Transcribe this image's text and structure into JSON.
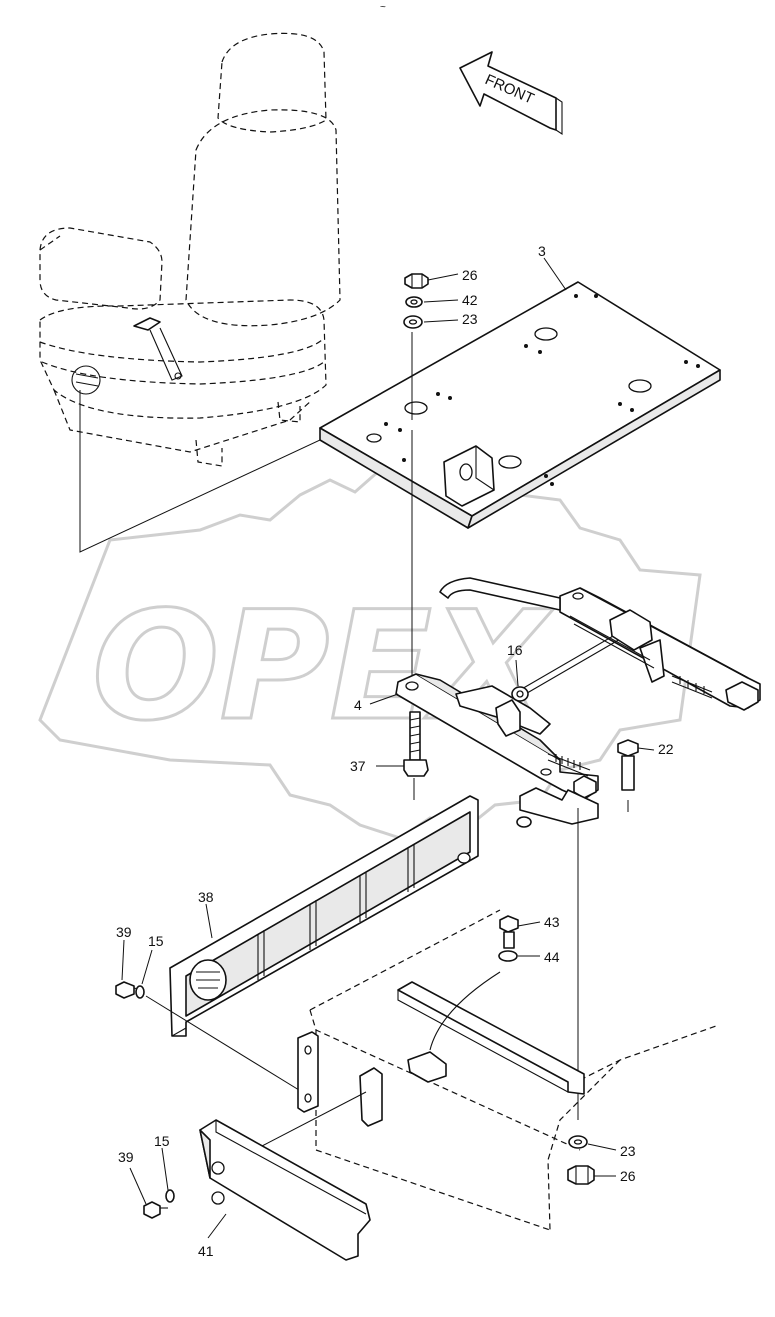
{
  "direction_arrow": {
    "label": "FRONT"
  },
  "watermark": {
    "text": "OPEX"
  },
  "callouts": {
    "c3": "3",
    "c4": "4",
    "c16": "16",
    "c22": "22",
    "c23_top": "23",
    "c23_bottom": "23",
    "c26_top": "26",
    "c26_bottom": "26",
    "c37": "37",
    "c38": "38",
    "c39_top": "39",
    "c39_bottom": "39",
    "c41": "41",
    "c42": "42",
    "c43": "43",
    "c44": "44",
    "c15_top": "15",
    "c15_bottom": "15"
  }
}
